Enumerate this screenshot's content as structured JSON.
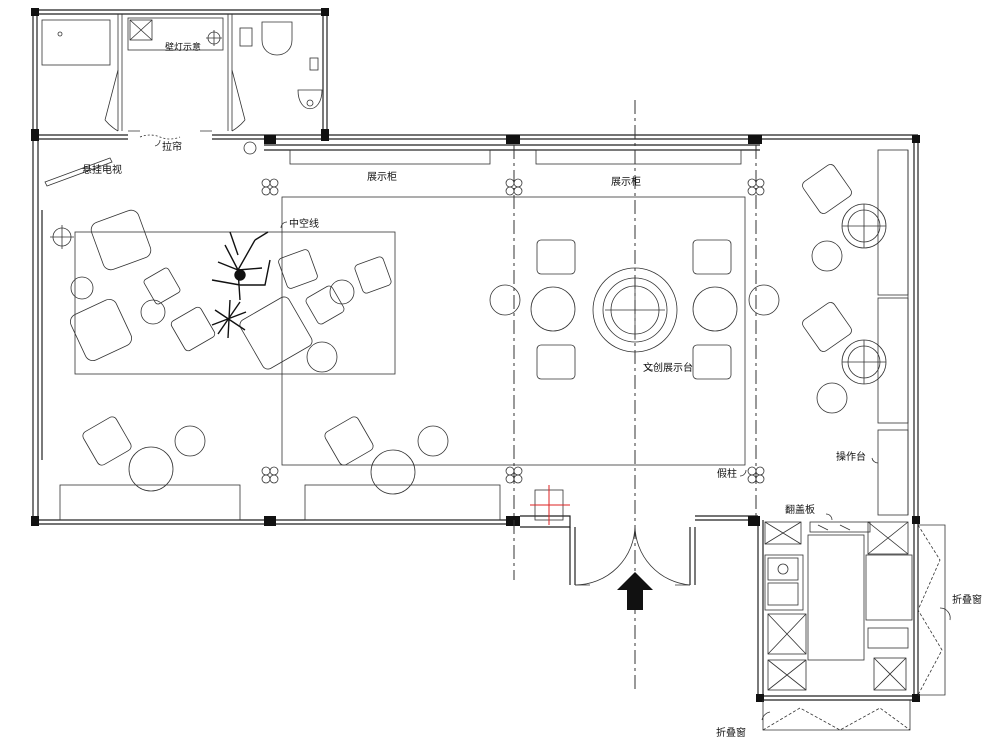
{
  "labels": {
    "wall_lamp_display": "壁灯示意",
    "curtain": "拉帘",
    "wall_tv": "悬挂电视",
    "display_cabinet_left": "展示柜",
    "display_cabinet_right": "展示柜",
    "atrium_line": "中空线",
    "creative_display_table": "文创展示台",
    "work_counter": "操作台",
    "fake_column": "假柱",
    "flip_board": "翻盖板",
    "folding_window_right": "折叠窗",
    "folding_window_bottom": "折叠窗"
  }
}
